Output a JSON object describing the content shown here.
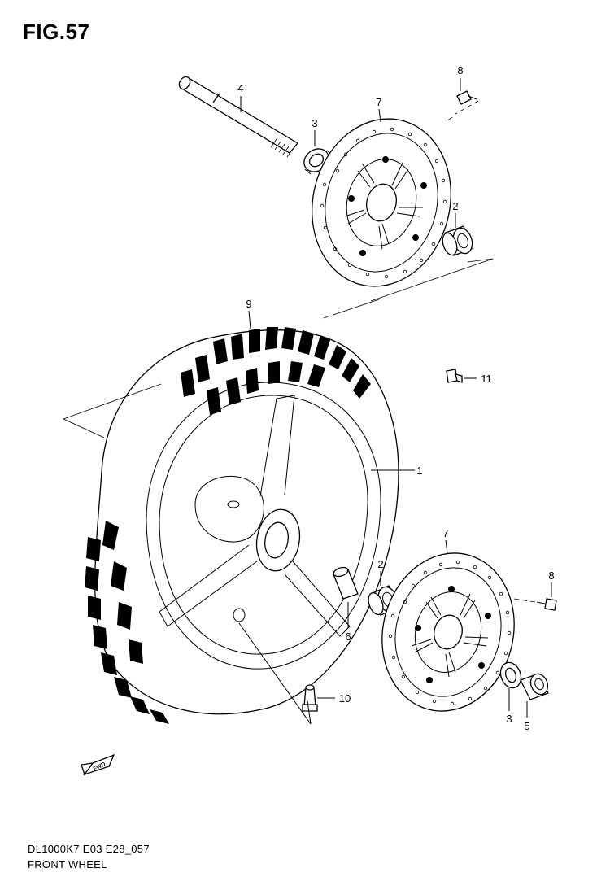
{
  "figure": {
    "title": "FIG.57"
  },
  "callouts": {
    "c1": "1",
    "c2a": "2",
    "c2b": "2",
    "c3a": "3",
    "c3b": "3",
    "c4": "4",
    "c5": "5",
    "c6": "6",
    "c7a": "7",
    "c7b": "7",
    "c8a": "8",
    "c8b": "8",
    "c9": "9",
    "c10": "10",
    "c11": "11"
  },
  "fwd_icon": {
    "label": "FWD"
  },
  "footer": {
    "code": "DL1000K7 E03 E28_057",
    "name": "FRONT WHEEL"
  }
}
